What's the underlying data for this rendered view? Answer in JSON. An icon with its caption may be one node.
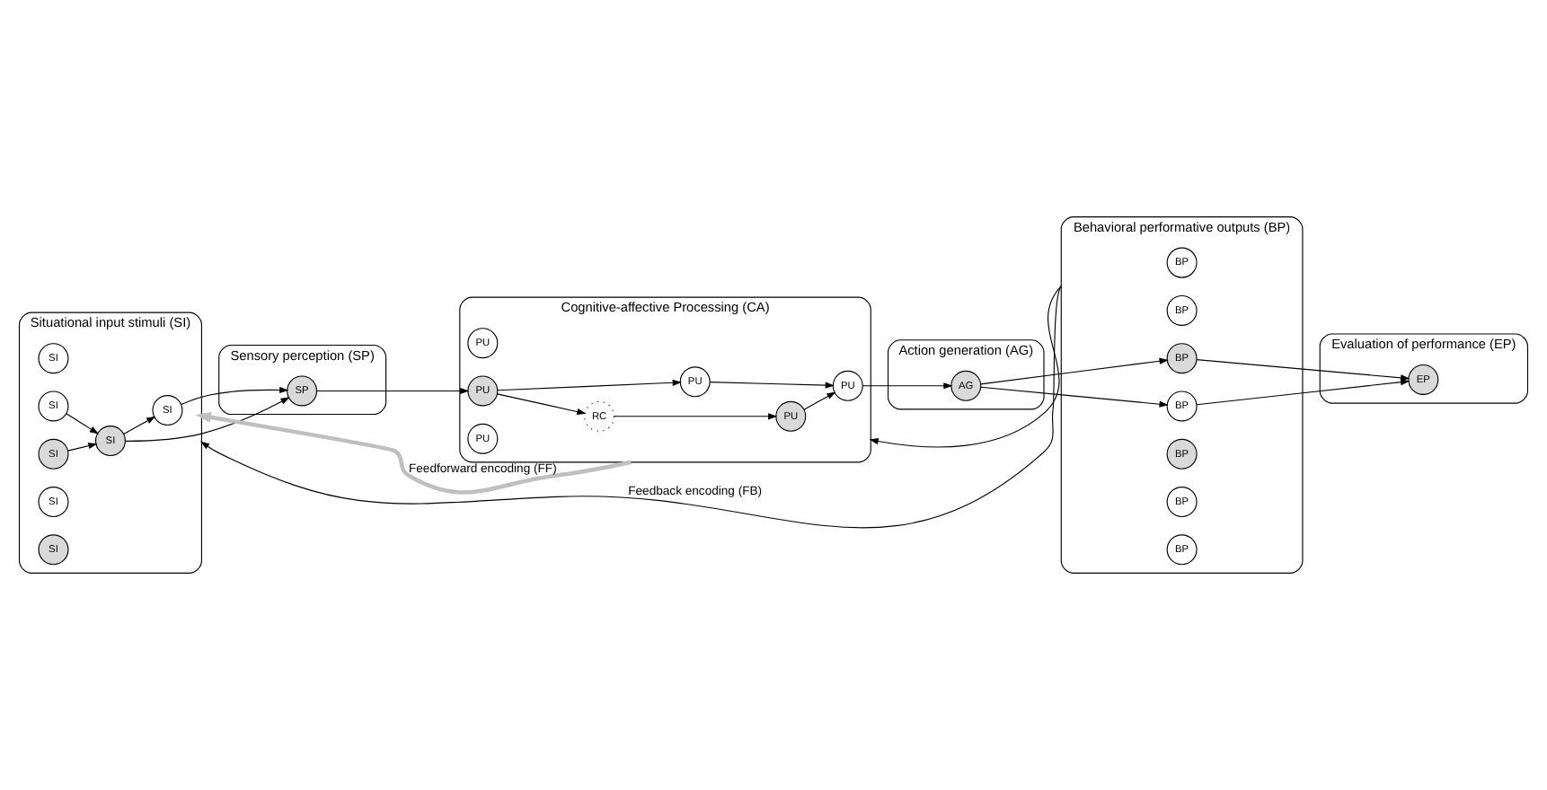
{
  "diagram": {
    "nodes": [
      {
        "text": [
          "Situational input stimuli (SI)"
        ]
      },
      {
        "text": [
          "Sensory perception (SP)"
        ]
      },
      {
        "text": [
          "Cognitive-affective Processing (CA)"
        ]
      },
      {
        "text": [
          "Action generation (AG)"
        ]
      },
      {
        "text": [
          "Behavioral performative outputs (BP)"
        ]
      },
      {
        "text": [
          "Evaluation of performance (EP)"
        ]
      },
      {
        "text": [
          "SI"
        ],
        "in": 0
      },
      {
        "text": [
          "SI"
        ],
        "in": 0
      },
      {
        "text": [
          "SI"
        ],
        "in": 0
      },
      {
        "text": [
          "SI"
        ],
        "in": 0
      },
      {
        "text": [
          "SI"
        ],
        "in": 0
      },
      {
        "text": [
          "SI"
        ],
        "in": 0
      },
      {
        "text": [
          "SI"
        ],
        "in": 0
      },
      {
        "text": [
          "SP"
        ],
        "in": 1
      },
      {
        "text": [
          "PU"
        ],
        "in": 2
      },
      {
        "text": [
          "PU"
        ],
        "in": 2
      },
      {
        "text": [
          "PU"
        ],
        "in": 2
      },
      {
        "text": [
          "RC"
        ],
        "in": 2
      },
      {
        "text": [
          "PU"
        ],
        "in": 2
      },
      {
        "text": [
          "PU"
        ],
        "in": 2
      },
      {
        "text": [
          "PU"
        ],
        "in": 2
      },
      {
        "text": [
          "AG"
        ],
        "in": 3
      },
      {
        "text": [
          "BP"
        ],
        "in": 4
      },
      {
        "text": [
          "BP"
        ],
        "in": 4
      },
      {
        "text": [
          "BP"
        ],
        "in": 4
      },
      {
        "text": [
          "BP"
        ],
        "in": 4
      },
      {
        "text": [
          "BP"
        ],
        "in": 4
      },
      {
        "text": [
          "BP"
        ],
        "in": 4
      },
      {
        "text": [
          "BP"
        ],
        "in": 4
      },
      {
        "text": [
          "EP"
        ],
        "in": 5
      }
    ],
    "edges": [
      {
        "from": 8,
        "to": 9,
        "arrow": "to"
      },
      {
        "from": 10,
        "to": 9,
        "arrow": "to"
      },
      {
        "from": 9,
        "to": 6,
        "arrow": "to"
      },
      {
        "from": 6,
        "to": 13,
        "arrow": "to"
      },
      {
        "from": 9,
        "to": 13,
        "arrow": "to"
      },
      {
        "from": 13,
        "to": 18,
        "arrow": "to"
      },
      {
        "from": 18,
        "to": 17,
        "arrow": "to"
      },
      {
        "from": 17,
        "to": 14,
        "arrow": "to"
      },
      {
        "from": 14,
        "to": 16,
        "arrow": "to"
      },
      {
        "from": 18,
        "to": 19,
        "arrow": "to"
      },
      {
        "from": 19,
        "to": 16,
        "arrow": "to"
      },
      {
        "from": 16,
        "to": 21,
        "arrow": "to"
      },
      {
        "from": 21,
        "to": 24,
        "arrow": "to"
      },
      {
        "from": 21,
        "to": 25,
        "arrow": "to"
      },
      {
        "from": 25,
        "to": 29,
        "arrow": "to"
      },
      {
        "from": 24,
        "to": 29,
        "arrow": "to"
      },
      {
        "from": 2,
        "to": 0,
        "arrow": "to",
        "label": "Feedforward encoding (FF)",
        "style": "thick",
        "color": "#bfbfbf"
      },
      {
        "from": 4,
        "to": 2,
        "arrow": "to"
      },
      {
        "from": 4,
        "to": 0,
        "arrow": "to",
        "label": "Feedback encoding (FB)"
      }
    ]
  }
}
